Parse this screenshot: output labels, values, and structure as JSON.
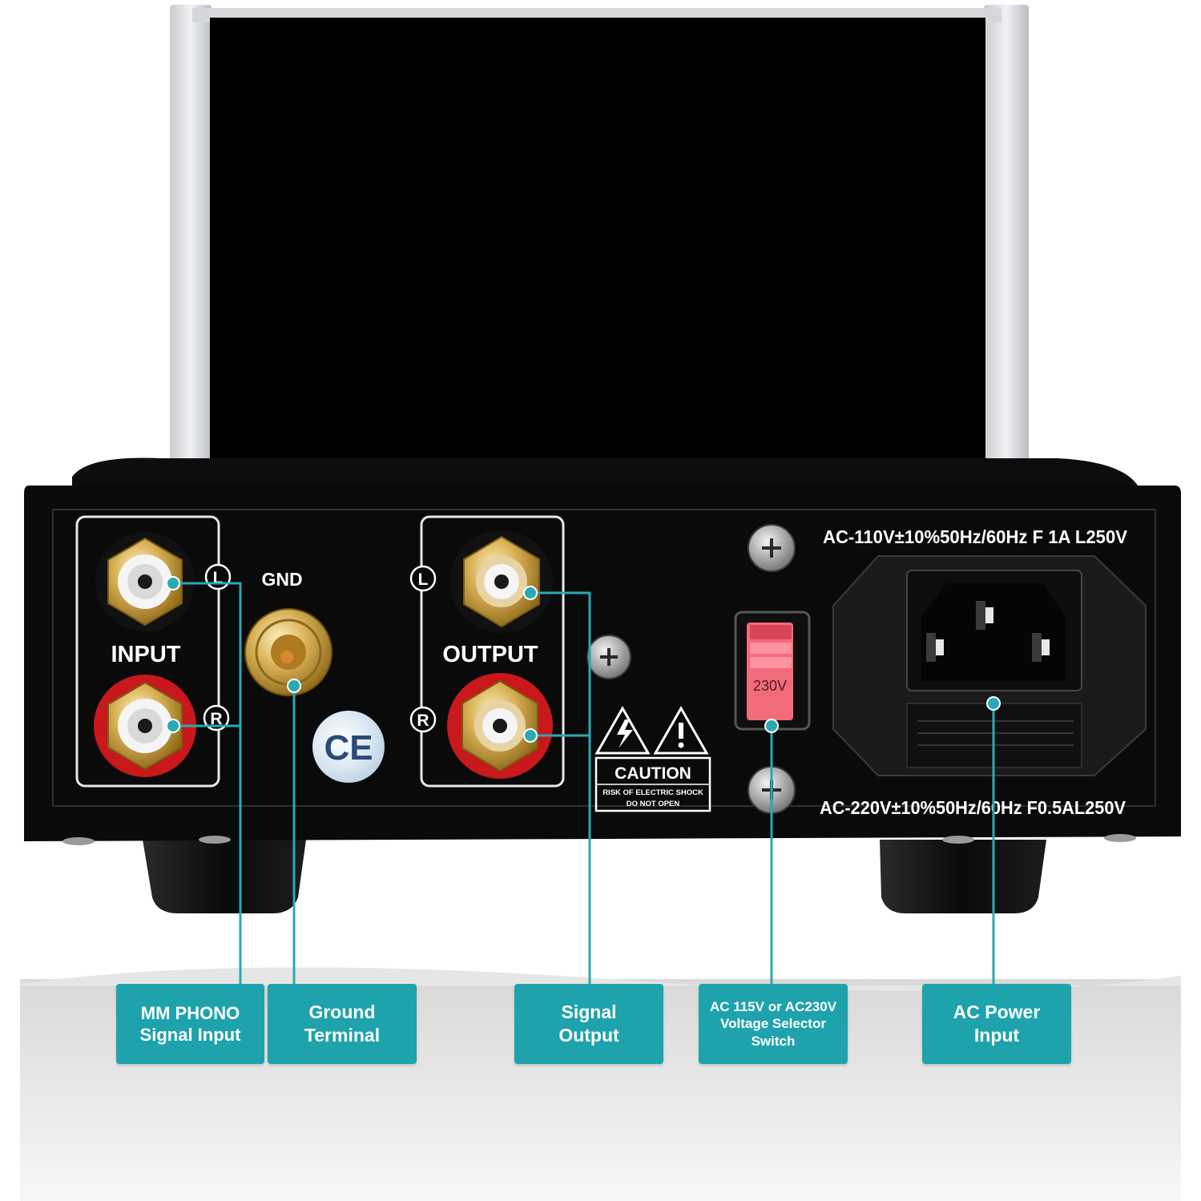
{
  "panel": {
    "input_label": "INPUT",
    "output_label": "OUTPUT",
    "gnd_label": "GND",
    "left_symbol": "L",
    "right_symbol": "R",
    "ce_mark": "CE",
    "voltage_switch_value": "230V",
    "spec_110": "AC-110V±10%50Hz/60Hz F 1A L250V",
    "spec_220": "AC-220V±10%50Hz/60Hz F0.5AL250V",
    "caution_title": "CAUTION",
    "caution_line1": "RISK OF ELECTRIC SHOCK",
    "caution_line2": "DO NOT OPEN"
  },
  "callouts": {
    "phono": {
      "line1": "MM PHONO",
      "line2": "Signal Input"
    },
    "ground": {
      "line1": "Ground",
      "line2": "Terminal"
    },
    "signal_output": {
      "line1": "Signal",
      "line2": "Output"
    },
    "voltage_selector": {
      "line1": "AC 115V or AC230V",
      "line2": "Voltage Selector",
      "line3": "Switch"
    },
    "ac_power": {
      "line1": "AC Power",
      "line2": "Input"
    }
  },
  "colors": {
    "callout": "#1ea3ad",
    "leader_line": "#2aa9b3",
    "panel": "#0a0a0a",
    "gold": "#c9a23a",
    "red_ring": "#c8181c",
    "switch_pink": "#f26b7a"
  }
}
